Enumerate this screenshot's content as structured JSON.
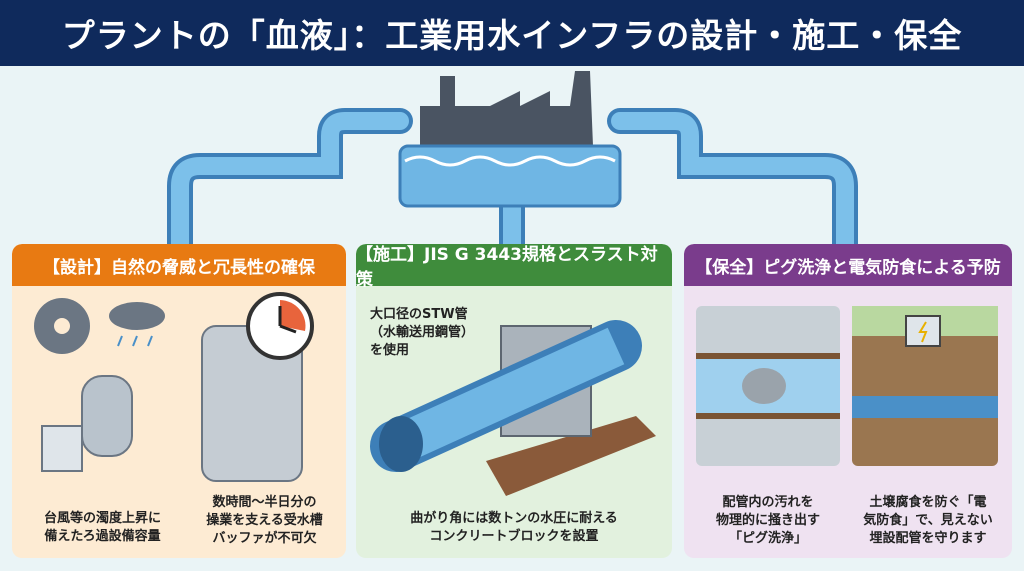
{
  "title": "プラントの「血液」：工業用水インフラの設計・施工・保全",
  "panels": [
    {
      "header": "【設計】自然の脅威と冗長性の確保",
      "captions": [
        "台風等の濁度上昇に\n備えたろ過設備容量",
        "数時間〜半日分の\n操業を支える受水槽\nバッファが不可欠"
      ],
      "icons": [
        "typhoon-icon",
        "rain-cloud-icon",
        "filter-tank-icon",
        "water-tank-icon",
        "clock-icon"
      ]
    },
    {
      "header": "【施工】JIS G 3443規格とスラスト対策",
      "captions": [
        "大口径のSTW管\n（水輸送用鋼管）\nを使用",
        "曲がり角には数トンの水圧に耐える\nコンクリートブロックを設置"
      ],
      "icons": [
        "steel-pipe-icon",
        "thrust-block-icon"
      ]
    },
    {
      "header": "【保全】ピグ洗浄と電気防食による予防",
      "captions": [
        "配管内の汚れを\n物理的に掻き出す\n「ピグ洗浄」",
        "土壌腐食を防ぐ「電\n気防食」で、見えない\n埋設配管を守ります"
      ],
      "icons": [
        "pig-cleaning-icon",
        "cathodic-protection-icon"
      ]
    }
  ],
  "colors": {
    "title_bg": "#0f2a5c",
    "design": "#e87a12",
    "construction": "#3f8c3c",
    "maintenance": "#7a3c8c",
    "water": "#5aa7dc"
  }
}
